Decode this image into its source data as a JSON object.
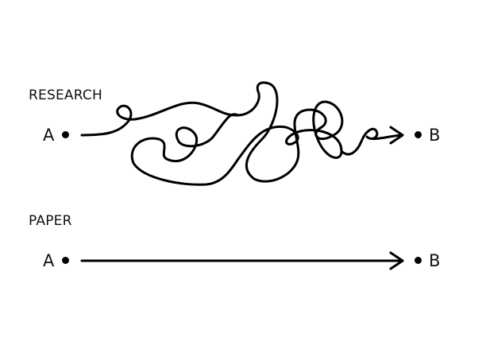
{
  "research": {
    "title": "RESEARCH",
    "start_label": "A",
    "end_label": "B"
  },
  "paper": {
    "title": "PAPER",
    "start_label": "A",
    "end_label": "B"
  },
  "colors": {
    "line": "#000000",
    "background": "#ffffff"
  }
}
